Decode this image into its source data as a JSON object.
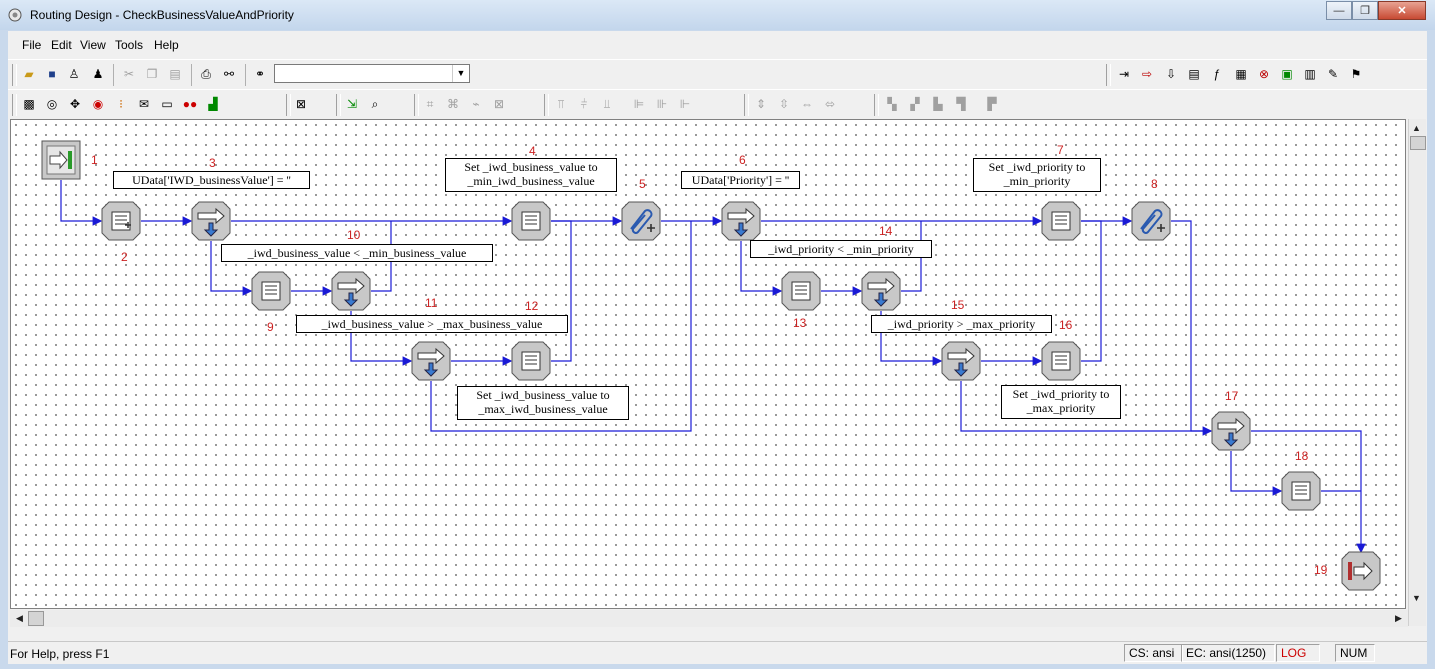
{
  "window": {
    "title": "Routing Design - CheckBusinessValueAndPriority",
    "minimize": "—",
    "maximize": "❐",
    "close": "✕"
  },
  "menu": {
    "file": "File",
    "edit": "Edit",
    "view": "View",
    "tools": "Tools",
    "help": "Help"
  },
  "toolbar": {
    "search_value": ""
  },
  "nodes": [
    {
      "id": "1",
      "kind": "entry"
    },
    {
      "id": "2",
      "kind": "multi-assign"
    },
    {
      "id": "3",
      "kind": "if"
    },
    {
      "id": "4",
      "kind": "assign"
    },
    {
      "id": "5",
      "kind": "subroutine"
    },
    {
      "id": "6",
      "kind": "if"
    },
    {
      "id": "7",
      "kind": "assign"
    },
    {
      "id": "8",
      "kind": "subroutine"
    },
    {
      "id": "9",
      "kind": "assign"
    },
    {
      "id": "10",
      "kind": "if"
    },
    {
      "id": "11",
      "kind": "if"
    },
    {
      "id": "12",
      "kind": "assign"
    },
    {
      "id": "13",
      "kind": "assign"
    },
    {
      "id": "14",
      "kind": "if"
    },
    {
      "id": "15",
      "kind": "if"
    },
    {
      "id": "16",
      "kind": "assign"
    },
    {
      "id": "17",
      "kind": "if"
    },
    {
      "id": "18",
      "kind": "assign"
    },
    {
      "id": "19",
      "kind": "exit"
    }
  ],
  "comments": {
    "c3": "UData['IWD_businessValue'] = ''",
    "c4a": "Set _iwd_business_value to",
    "c4b": "_min_iwd_business_value",
    "c6": "UData['Priority'] = ''",
    "c7a": "Set _iwd_priority to",
    "c7b": "_min_priority",
    "c10": "_iwd_business_value < _min_business_value",
    "c11": "_iwd_business_value > _max_business_value",
    "c12a": "Set _iwd_business_value to",
    "c12b": "_max_iwd_business_value",
    "c14": "_iwd_priority < _min_priority",
    "c15": "_iwd_priority > _max_priority",
    "c16a": "Set _iwd_priority to",
    "c16b": "_max_priority"
  },
  "status": {
    "help": "For Help, press F1",
    "cs": "CS: ansi",
    "ec": "EC: ansi(1250)",
    "log": "LOG",
    "num": "NUM"
  },
  "colors": {
    "wire": "#1a1ad6",
    "label": "#cc2222",
    "log": "#cc0000"
  }
}
